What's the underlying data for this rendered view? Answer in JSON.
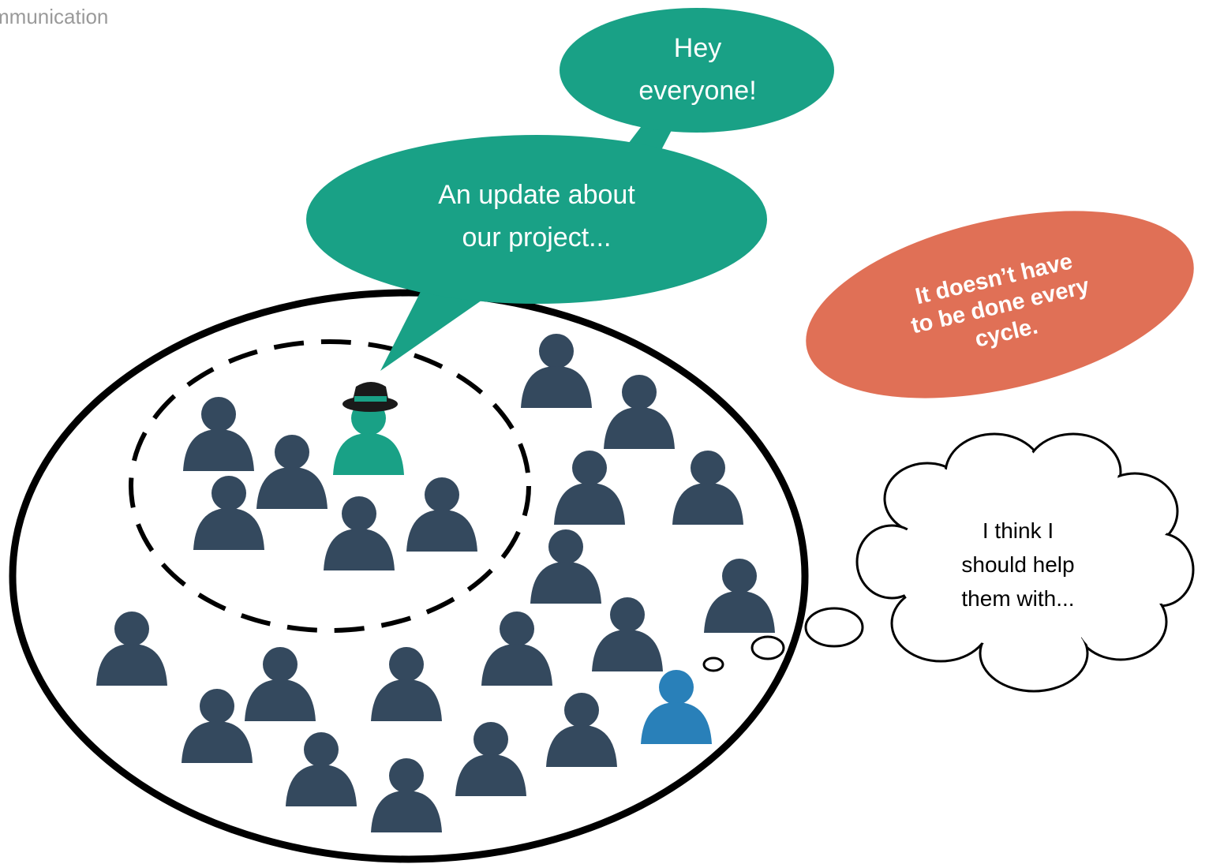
{
  "page_title": "mmunication",
  "bubbles": {
    "top": {
      "line1": "Hey",
      "line2": "everyone!",
      "color": "#19a186"
    },
    "main": {
      "line1": "An update about",
      "line2": "our project...",
      "color": "#19a186"
    },
    "note": {
      "line1": "It doesn’t have",
      "line2": "to be done every",
      "line3": "cycle.",
      "color": "#e07056"
    },
    "thought": {
      "line1": "I think I",
      "line2": "should help",
      "line3": "them with..."
    }
  },
  "colors": {
    "person": "#34495e",
    "speaker": "#19a186",
    "helper": "#2980b9",
    "hat": "#1a1a1a",
    "hat_band": "#19a186",
    "title_text": "#9a9a9a"
  },
  "icons": {
    "person": "person-icon",
    "speaker": "speaker-person-icon",
    "helper": "helper-person-icon",
    "hat": "fedora-hat-icon"
  }
}
